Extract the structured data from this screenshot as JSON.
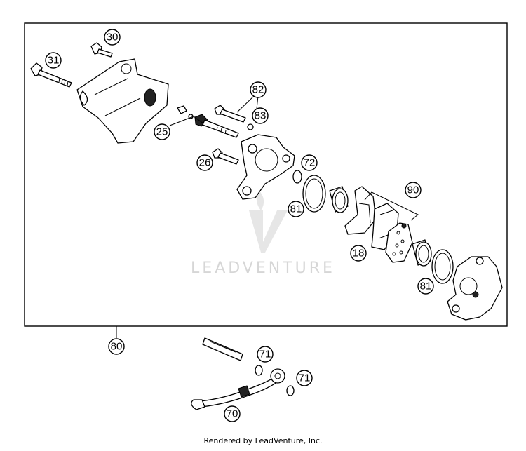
{
  "watermark": {
    "text": "LEADVENTURE"
  },
  "footer": {
    "text": "Rendered by LeadVenture, Inc."
  },
  "callouts": {
    "c30": "30",
    "c31": "31",
    "c82": "82",
    "c83": "83",
    "c25": "25",
    "c26": "26",
    "c72": "72",
    "c90": "90",
    "c81a": "81",
    "c18": "18",
    "c81b": "81",
    "c80": "80",
    "c71a": "71",
    "c71b": "71",
    "c70": "70"
  }
}
